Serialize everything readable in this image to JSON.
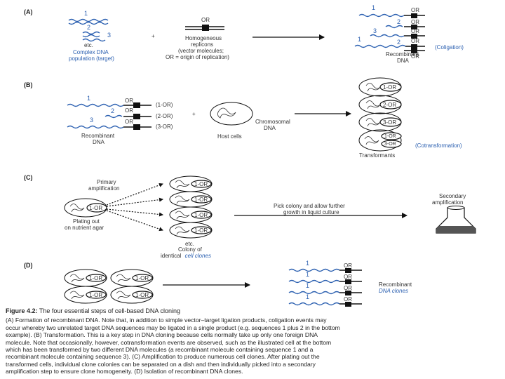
{
  "panels": {
    "a": {
      "label": "(A)",
      "nums": [
        "1",
        "2",
        "3"
      ],
      "etc": "etc.",
      "target_title": "Complex DNA",
      "target_sub": "population (target)",
      "plus": "+",
      "or": "OR",
      "replicon_l1": "Homogeneous",
      "replicon_l2": "replicons",
      "replicon_l3": "(vector molecules;",
      "replicon_l4": "OR = origin of replication)",
      "result_nums": [
        "1",
        "2",
        "3",
        "1",
        "2"
      ],
      "result_or": [
        "OR",
        "OR",
        "OR",
        "OR",
        "OR"
      ],
      "coligation": "(Coligation)",
      "recombinant_l1": "Recombinant",
      "recombinant_l2": "DNA"
    },
    "b": {
      "label": "(B)",
      "nums": [
        "1",
        "2",
        "3"
      ],
      "or": [
        "OR",
        "OR",
        "OR"
      ],
      "tags": [
        "(1-OR)",
        "(2-OR)",
        "(3-OR)"
      ],
      "plus": "+",
      "recombinant_l1": "Recombinant",
      "recombinant_l2": "DNA",
      "host": "Host cells",
      "chrom_l1": "Chromosomal",
      "chrom_l2": "DNA",
      "cells": [
        "1-OR",
        "2-OR",
        "3-OR",
        "1-OR",
        "3-OR"
      ],
      "transformants": "Transformants",
      "cotransformation": "(Cotransformation)"
    },
    "c": {
      "label": "(C)",
      "primary_l1": "Primary",
      "primary_l2": "amplification",
      "cell": "1-OR",
      "plating_l1": "Plating out",
      "plating_l2": "on nutrient agar",
      "colony": [
        "1-OR",
        "1-OR",
        "1-OR",
        "1-OR"
      ],
      "etc": "etc.",
      "colony_l1": "Colony of",
      "colony_l2_a": "identical",
      "colony_l2_b": "cell clones",
      "pick_l1": "Pick colony and allow further",
      "pick_l2": "growth in liquid culture",
      "secondary_l1": "Secondary",
      "secondary_l2": "amplification"
    },
    "d": {
      "label": "(D)",
      "cells": [
        "1-OR",
        "1-OR",
        "1-OR",
        "1-OR"
      ],
      "nums": [
        "1",
        "1",
        "1",
        "1"
      ],
      "or": [
        "OR",
        "OR",
        "OR",
        "OR"
      ],
      "recombinant_l1": "Recombinant",
      "recombinant_l2": "DNA clones"
    }
  },
  "caption": {
    "title_bold": "Figure 4.2:",
    "title_rest": " The four essential steps of cell-based DNA cloning",
    "lines": [
      "(A) Formation of recombinant DNA. Note that, in addition to simple vector–target ligation products, coligation events may",
      "occur whereby two unrelated target DNA sequences may be ligated in a single product (e.g. sequences 1 plus 2 in the bottom",
      "example). (B) Transformation. This is a key step in DNA cloning because cells normally take up only one foreign DNA",
      "molecule. Note that occasionally, however, cotransformation events are observed, such as the illustrated cell at the bottom",
      "which has been transformed by two different DNA molecules (a recombinant molecule containing sequence 1 and a",
      "recombinant molecule containing sequence 3). (C) Amplification to produce numerous cell clones. After plating out the",
      "transformed cells, individual clone colonies can be separated on a dish and then individually picked into a secondary",
      "amplification step to ensure clone homogeneity. (D) Isolation of recombinant DNA clones."
    ]
  },
  "colors": {
    "dna": "#2a5fb0",
    "ink": "#111111",
    "background": "#ffffff"
  }
}
